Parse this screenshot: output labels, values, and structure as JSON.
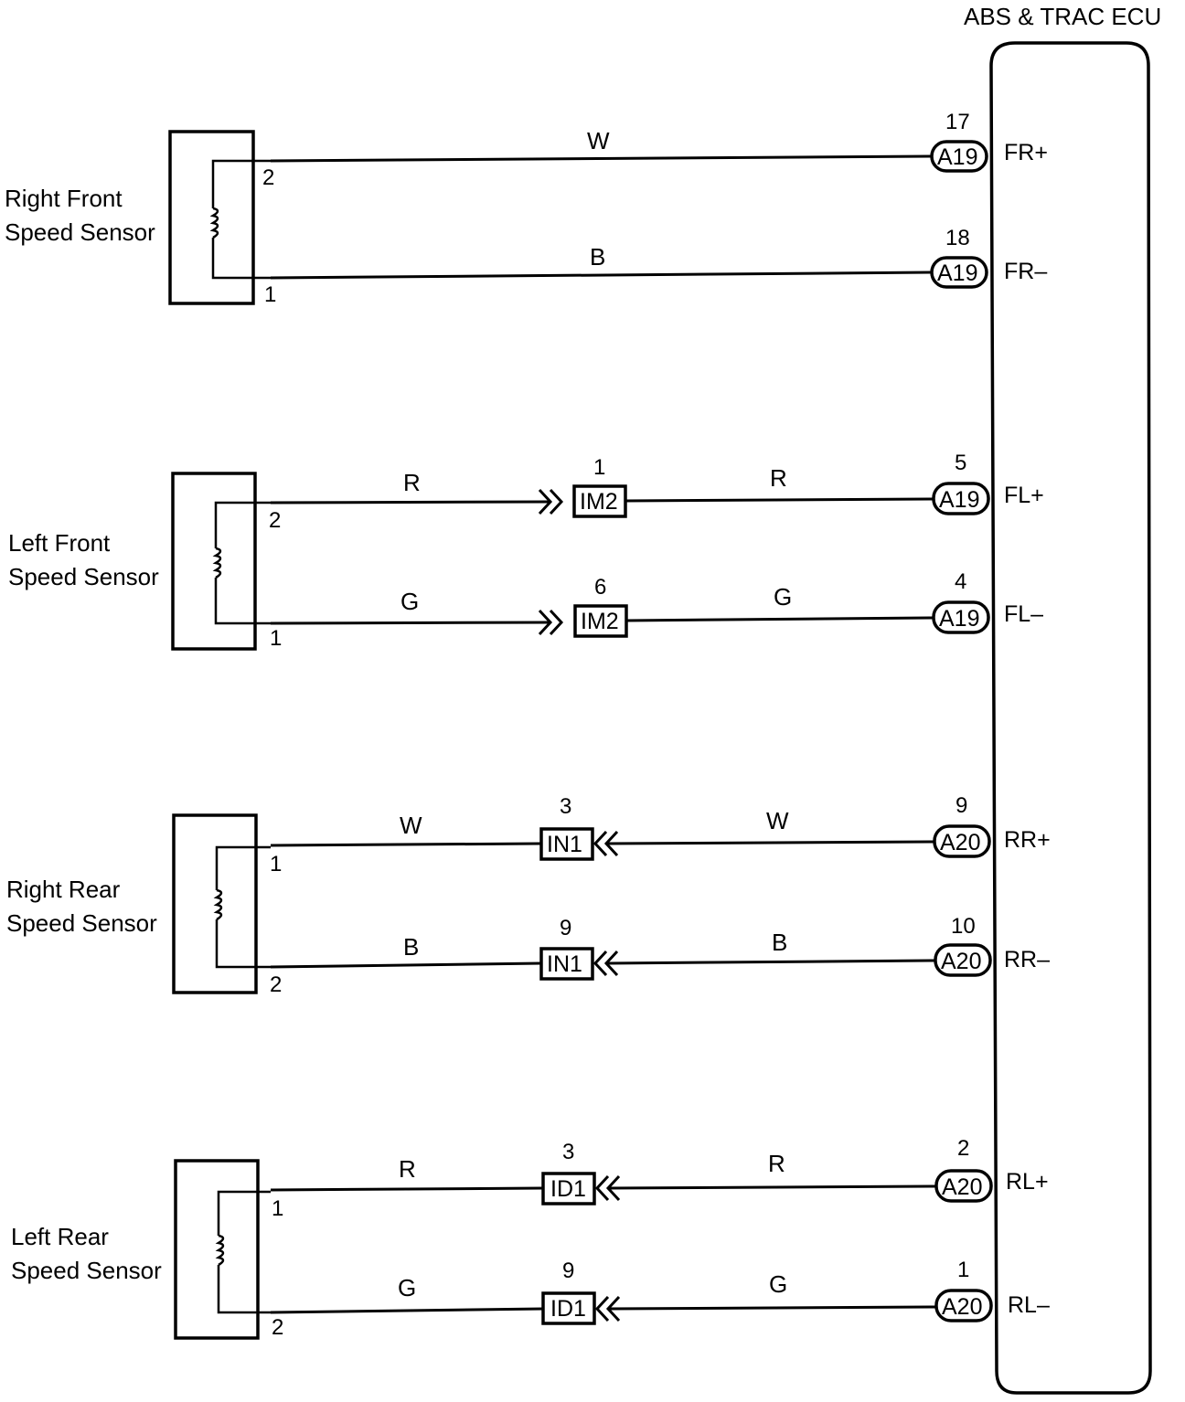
{
  "ecu": {
    "title": "ABS & TRAC ECU"
  },
  "sensors": [
    {
      "label_line1": "Right Front",
      "label_line2": "Speed Sensor",
      "pin_top": "2",
      "pin_bottom": "1"
    },
    {
      "label_line1": "Left Front",
      "label_line2": "Speed Sensor",
      "pin_top": "2",
      "pin_bottom": "1"
    },
    {
      "label_line1": "Right Rear",
      "label_line2": "Speed Sensor",
      "pin_top": "1",
      "pin_bottom": "2"
    },
    {
      "label_line1": "Left Rear",
      "label_line2": "Speed Sensor",
      "pin_top": "1",
      "pin_bottom": "2"
    }
  ],
  "circuits": [
    {
      "wire_color": "W",
      "ecu_pin": "17",
      "ecu_connector": "A19",
      "signal": "FR+"
    },
    {
      "wire_color": "B",
      "ecu_pin": "18",
      "ecu_connector": "A19",
      "signal": "FR–"
    },
    {
      "wire_color_left": "R",
      "wire_color_right": "R",
      "junction_pin": "1",
      "junction": "IM2",
      "ecu_pin": "5",
      "ecu_connector": "A19",
      "signal": "FL+"
    },
    {
      "wire_color_left": "G",
      "wire_color_right": "G",
      "junction_pin": "6",
      "junction": "IM2",
      "ecu_pin": "4",
      "ecu_connector": "A19",
      "signal": "FL–"
    },
    {
      "wire_color_left": "W",
      "wire_color_right": "W",
      "junction_pin": "3",
      "junction": "IN1",
      "ecu_pin": "9",
      "ecu_connector": "A20",
      "signal": "RR+"
    },
    {
      "wire_color_left": "B",
      "wire_color_right": "B",
      "junction_pin": "9",
      "junction": "IN1",
      "ecu_pin": "10",
      "ecu_connector": "A20",
      "signal": "RR–"
    },
    {
      "wire_color_left": "R",
      "wire_color_right": "R",
      "junction_pin": "3",
      "junction": "ID1",
      "ecu_pin": "2",
      "ecu_connector": "A20",
      "signal": "RL+"
    },
    {
      "wire_color_left": "G",
      "wire_color_right": "G",
      "junction_pin": "9",
      "junction": "ID1",
      "ecu_pin": "1",
      "ecu_connector": "A20",
      "signal": "RL–"
    }
  ]
}
